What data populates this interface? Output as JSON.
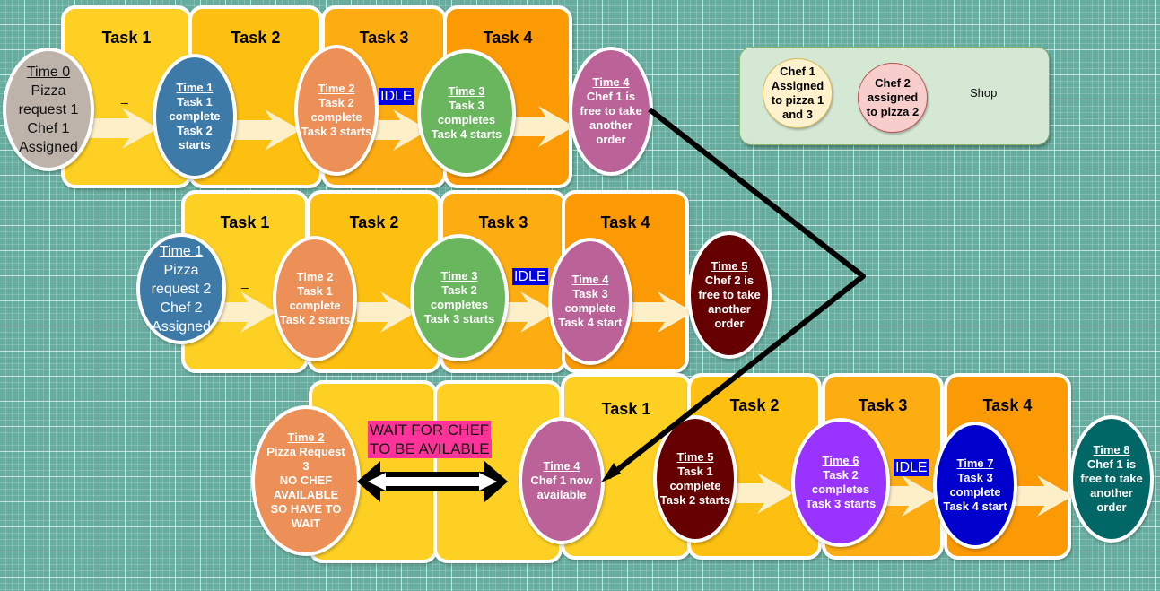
{
  "colors": {
    "background": "#67ad9f",
    "task1": "#fdd023",
    "task2": "#fdc010",
    "task3": "#fdad12",
    "task4": "#fc9a06",
    "idle_bg": "#0000e0",
    "wait_bg": "#ff3399",
    "shop_bg": "#d5e8d4"
  },
  "row1": {
    "tasks": [
      "Task 1",
      "Task 2",
      "Task 3",
      "Task 4"
    ],
    "dash": "_",
    "idle": "IDLE",
    "events": [
      {
        "time": "Time 0",
        "lines": [
          "Pizza",
          "request 1",
          "Chef 1",
          "Assigned"
        ],
        "color": "#bdb3aa"
      },
      {
        "time": "Time 1",
        "lines": [
          "Task 1",
          "complete",
          "Task 2",
          "starts"
        ],
        "color": "#3d7aa8"
      },
      {
        "time": "Time 2",
        "lines": [
          "Task 2",
          "complete",
          "Task 3 starts"
        ],
        "color": "#ed9058"
      },
      {
        "time": "Time 3",
        "lines": [
          "Task 3",
          "completes",
          "Task 4 starts"
        ],
        "color": "#6ab65e"
      },
      {
        "time": "Time 4",
        "lines": [
          "Chef 1 is",
          "free to take",
          "another",
          "order"
        ],
        "color": "#bb6399"
      }
    ]
  },
  "row2": {
    "tasks": [
      "Task 1",
      "Task 2",
      "Task 3",
      "Task 4"
    ],
    "dash": "_",
    "idle": "IDLE",
    "events": [
      {
        "time": "Time 1",
        "lines": [
          "Pizza",
          "request 2",
          "Chef 2",
          "Assigned"
        ],
        "color": "#3d7aa8"
      },
      {
        "time": "Time 2",
        "lines": [
          "Task 1",
          "complete",
          "Task 2 starts"
        ],
        "color": "#ed9058"
      },
      {
        "time": "Time 3",
        "lines": [
          "Task 2",
          "completes",
          "Task 3 starts"
        ],
        "color": "#6ab65e"
      },
      {
        "time": "Time 4",
        "lines": [
          "Task 3",
          "complete",
          "Task 4 start"
        ],
        "color": "#bb6399"
      },
      {
        "time": "Time 5",
        "lines": [
          "Chef 2 is",
          "free to take",
          "another",
          "order"
        ],
        "color": "#660000"
      }
    ]
  },
  "row3": {
    "tasks": [
      "Task 1",
      "Task 2",
      "Task 3",
      "Task 4"
    ],
    "wait_label": [
      "WAIT FOR CHEF",
      "TO BE AVILABLE"
    ],
    "idle": "IDLE",
    "events": [
      {
        "time": "Time 2",
        "lines": [
          "Pizza Request",
          "3",
          "NO CHEF",
          "AVAILABLE",
          "SO HAVE TO",
          "WAIT"
        ],
        "color": "#ed9058"
      },
      {
        "time": "Time 4",
        "lines": [
          "Chef 1 now",
          "available"
        ],
        "color": "#bb6399"
      },
      {
        "time": "Time 5",
        "lines": [
          "Task 1",
          "complete",
          "Task 2 starts"
        ],
        "color": "#660000"
      },
      {
        "time": "Time 6",
        "lines": [
          "Task 2",
          "completes",
          "Task 3 starts"
        ],
        "color": "#9933ff"
      },
      {
        "time": "Time 7",
        "lines": [
          "Task 3",
          "complete",
          "Task 4 start"
        ],
        "color": "#0000cc"
      },
      {
        "time": "Time 8",
        "lines": [
          "Chef 1 is",
          "free to take",
          "another",
          "order"
        ],
        "color": "#006666"
      }
    ]
  },
  "legend": {
    "chef1": [
      "Chef 1",
      "Assigned",
      "to pizza 1",
      "and 3"
    ],
    "chef2": [
      "Chef 2",
      "assigned",
      "to pizza 2"
    ],
    "shop_label": "Shop"
  }
}
